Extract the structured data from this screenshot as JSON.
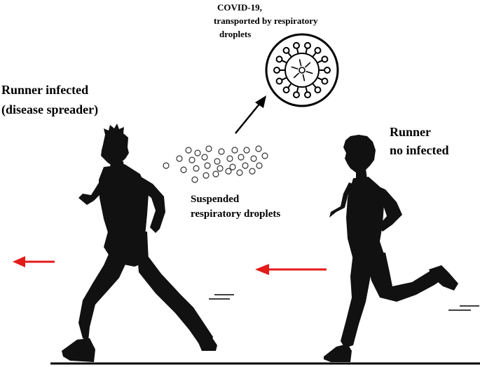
{
  "labels": {
    "infected_line1": "Runner infected",
    "infected_line2": "(disease spreader)",
    "healthy_line1": "Runner",
    "healthy_line2": "no infected",
    "droplets_line1": "Suspended",
    "droplets_line2": "respiratory droplets",
    "virus_line1": "COVID-19,",
    "virus_line2": "transported by  respiratory",
    "virus_line3": "droplets"
  },
  "icons": {
    "virus": "virus-icon",
    "infected_runner": "runner-silhouette-male",
    "healthy_runner": "runner-silhouette-female",
    "direction": "arrow-left"
  },
  "colors": {
    "silhouette": "#111111",
    "arrow_direction": "#e31b1b",
    "arrow_pointer": "#000000",
    "droplet_stroke": "#333333",
    "ground": "#000000"
  }
}
